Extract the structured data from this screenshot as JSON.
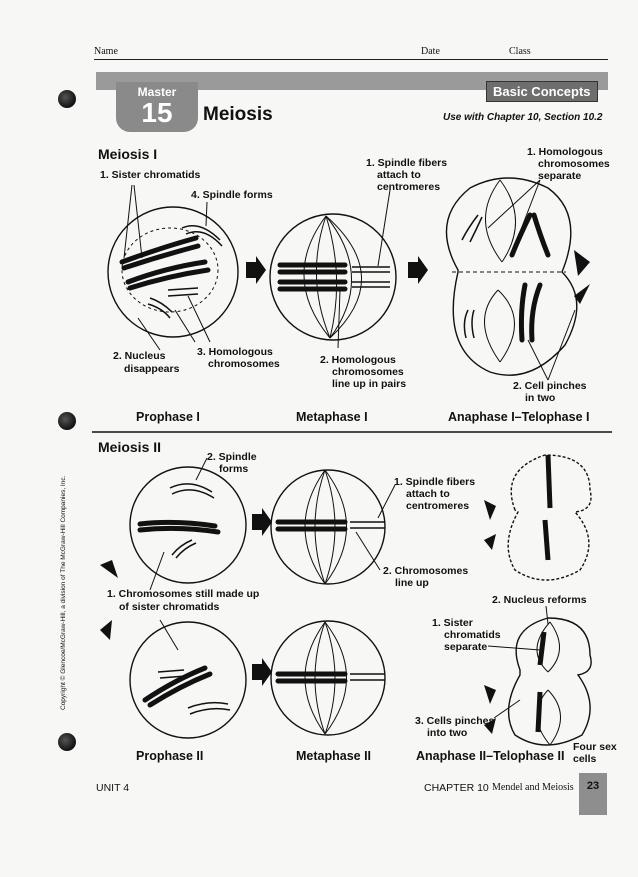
{
  "header": {
    "name_label": "Name",
    "date_label": "Date",
    "class_label": "Class",
    "master_label": "Master",
    "master_number": "15",
    "title": "Meiosis",
    "badge": "Basic Concepts",
    "subtitle": "Use with Chapter 10, Section 10.2"
  },
  "meiosis1": {
    "heading": "Meiosis I",
    "labels": {
      "sister_chromatids": "1. Sister chromatids",
      "spindle_forms": "4. Spindle forms",
      "nucleus_disappears_1": "2. Nucleus",
      "nucleus_disappears_2": "disappears",
      "homologous_1": "3. Homologous",
      "homologous_2": "chromosomes",
      "spindle_attach_1": "1. Spindle fibers",
      "spindle_attach_2": "attach to",
      "spindle_attach_3": "centromeres",
      "line_up_1": "2. Homologous",
      "line_up_2": "chromosomes",
      "line_up_3": "line up in pairs",
      "separate_1": "1. Homologous",
      "separate_2": "chromosomes",
      "separate_3": "separate",
      "pinches_1": "2. Cell pinches",
      "pinches_2": "in two"
    },
    "stages": [
      "Prophase I",
      "Metaphase I",
      "Anaphase I–Telophase I"
    ]
  },
  "meiosis2": {
    "heading": "Meiosis II",
    "labels": {
      "spindle_forms_1": "2. Spindle",
      "spindle_forms_2": "forms",
      "still_made_1": "1. Chromosomes still made up",
      "still_made_2": "of sister chromatids",
      "spindle_attach_1": "1. Spindle fibers",
      "spindle_attach_2": "attach to",
      "spindle_attach_3": "centromeres",
      "line_up_1": "2. Chromosomes",
      "line_up_2": "line up",
      "nucleus_reforms": "2. Nucleus reforms",
      "sister_sep_1": "1. Sister",
      "sister_sep_2": "chromatids",
      "sister_sep_3": "separate",
      "pinches_1": "3. Cells pinches",
      "pinches_2": "into two",
      "four_sex_1": "Four sex",
      "four_sex_2": "cells"
    },
    "stages": [
      "Prophase II",
      "Metaphase II",
      "Anaphase II–Telophase II"
    ]
  },
  "copyright": "Copyright © Glencoe/McGraw-Hill, a division of The McGraw-Hill Companies, Inc.",
  "footer": {
    "unit": "UNIT 4",
    "chapter": "CHAPTER 10",
    "chapter_title": "Mendel and Meiosis",
    "page": "23"
  }
}
